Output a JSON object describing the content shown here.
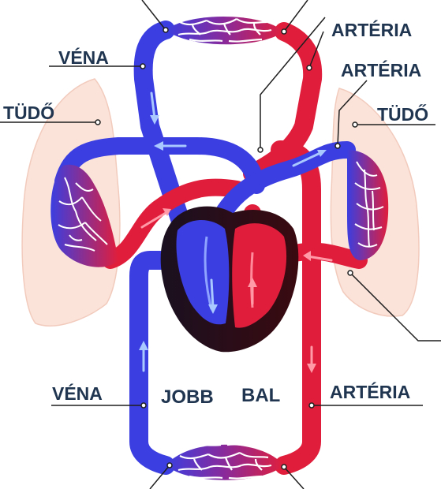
{
  "labels": {
    "vena_top": "VÉNA",
    "arteria_top1": "ARTÉRIA",
    "arteria_top2": "ARTÉRIA",
    "tudo_left": "TÜDŐ",
    "tudo_right": "TÜDŐ",
    "vena_bottom": "VÉNA",
    "jobb": "JOBB",
    "bal": "BAL",
    "arteria_bottom": "ARTÉRIA"
  },
  "colors": {
    "vein": "#3b3ee0",
    "artery": "#e01e3c",
    "mixed": "#8a2a9a",
    "lung": "#fbe3da",
    "label": "#1f3550"
  }
}
